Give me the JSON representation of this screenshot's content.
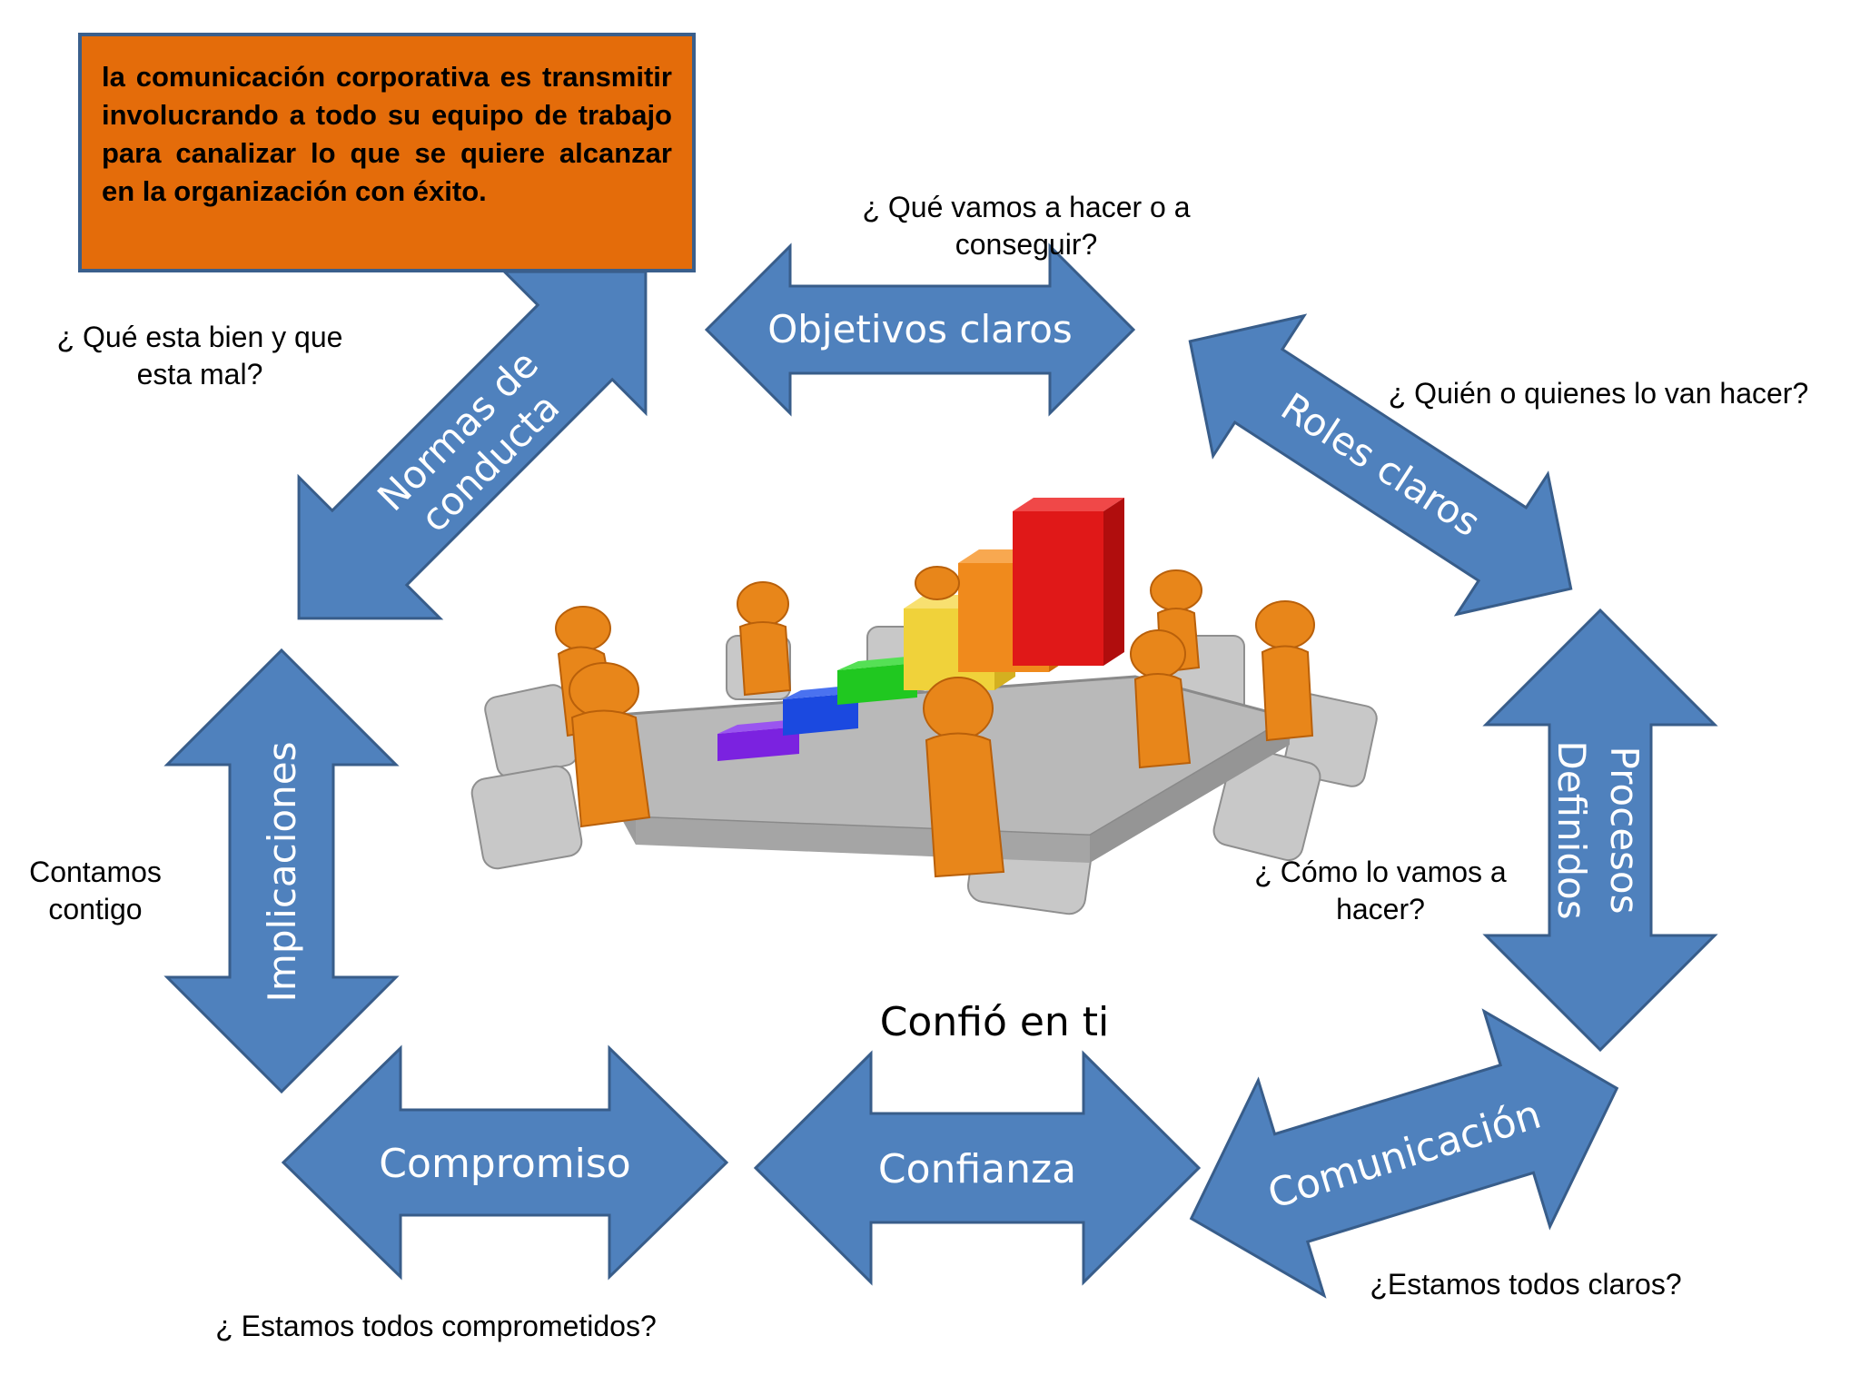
{
  "callout": {
    "text": "la comunicación corporativa es transmitir involucrando a todo su equipo de trabajo para canalizar lo que se quiere alcanzar en la organización con éxito."
  },
  "arrows": {
    "objetivos": "Objetivos claros",
    "normas_line1": "Normas de",
    "normas_line2": "conducta",
    "roles": "Roles claros",
    "procesos_line1": "Procesos",
    "procesos_line2": "Definidos",
    "implicaciones": "Implicaciones",
    "compromiso": "Compromiso",
    "confianza": "Confianza",
    "comunicacion": "Comunicación"
  },
  "questions": {
    "objetivos": "¿ Qué vamos a hacer o a\nconseguir?",
    "normas": "¿ Qué esta bien y que\nesta mal?",
    "roles": "¿ Quién o quienes lo van hacer?",
    "procesos": "¿ Cómo lo vamos a\nhacer?",
    "implicaciones": "Contamos\ncontigo",
    "compromiso": "¿ Estamos todos comprometidos?",
    "comunicacion": "¿Estamos todos claros?"
  },
  "center_label": "Confió en ti",
  "colors": {
    "arrow_fill": "#4f81bd",
    "arrow_stroke": "#385d8a",
    "callout_fill": "#e46c0a"
  },
  "illustration": "meeting-table-with-bar-chart"
}
